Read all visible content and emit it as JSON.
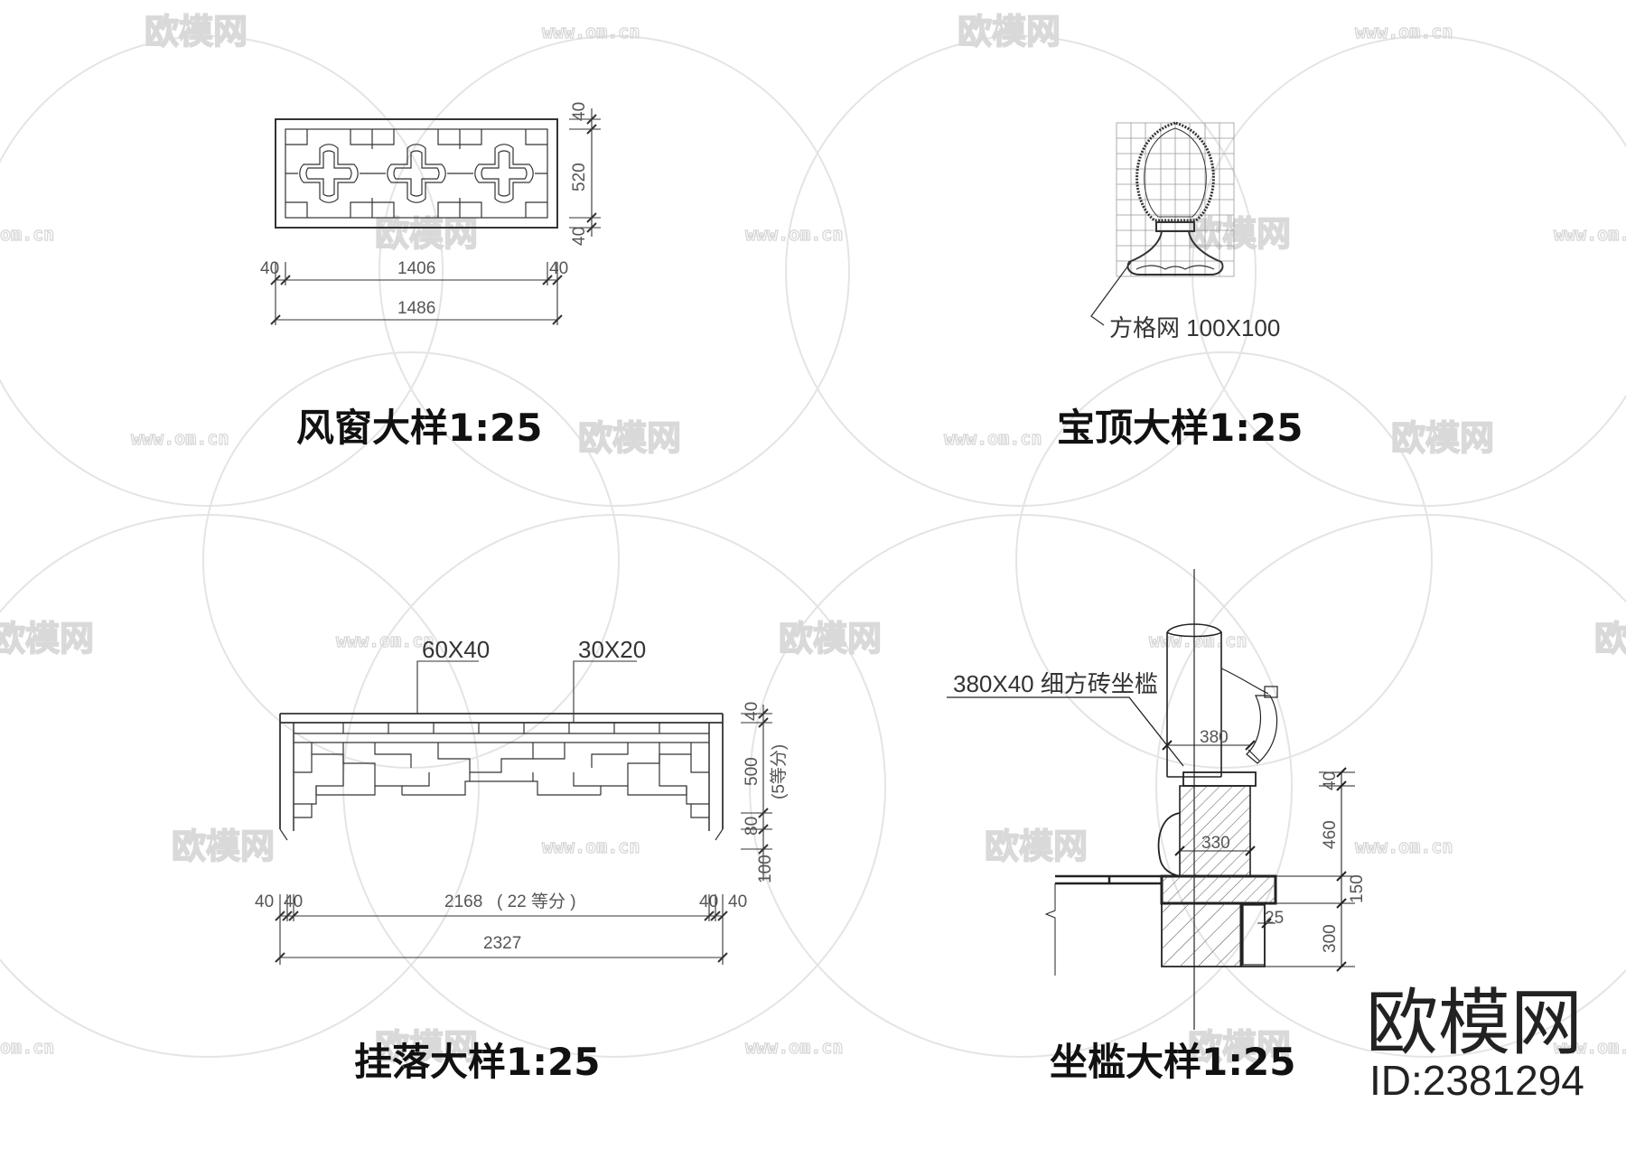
{
  "watermark": {
    "brand": "欧模网",
    "url": "www.om.cn",
    "url_short": "om.cn"
  },
  "brand": {
    "name": "欧模网",
    "id": "ID:2381294"
  },
  "details": {
    "window": {
      "title": "风窗大样1:25",
      "dims": {
        "top": "40",
        "middle": "520",
        "bottom": "40",
        "left": "40",
        "inner": "1406",
        "right": "40",
        "total": "1486"
      }
    },
    "finial": {
      "title": "宝顶大样1:25",
      "note": "方格网 100X100"
    },
    "hanging": {
      "title": "挂落大样1:25",
      "label_frame": "60X40",
      "label_lattice": "30X20",
      "dims": {
        "h_top": "40",
        "h_mid": "500",
        "h_div": "(5等分)",
        "h_80": "80",
        "h_100": "100",
        "left_a": "40",
        "left_b": "40",
        "inner": "2168",
        "inner_div": "( 22 等分 )",
        "right_a": "40",
        "right_b": "40",
        "total": "2327"
      }
    },
    "seat": {
      "title": "坐槛大样1:25",
      "label": "380X40 细方砖坐槛",
      "dims": {
        "d380": "380",
        "d330": "330",
        "d25": "25",
        "v40": "40",
        "v460": "460",
        "v150": "150",
        "v300": "300"
      }
    }
  }
}
